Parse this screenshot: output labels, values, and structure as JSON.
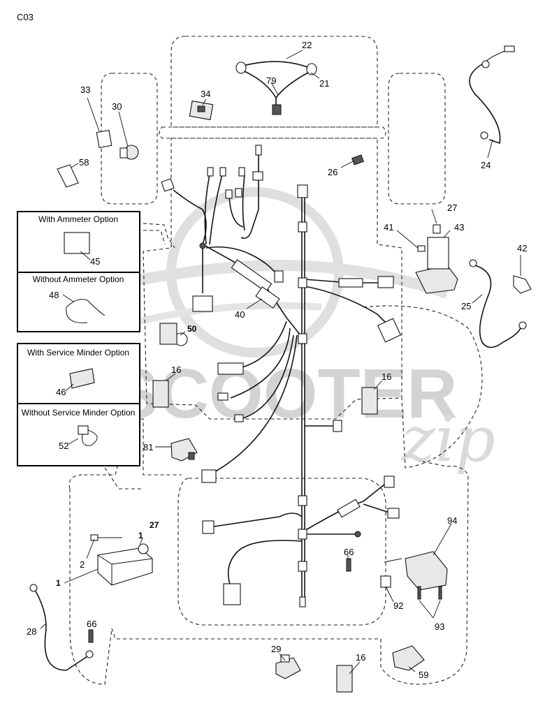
{
  "page_code": "C03",
  "watermark": {
    "brand": "SCOOTER",
    "suffix": "zip"
  },
  "callouts": {
    "p22": "22",
    "p79": "79",
    "p21": "21",
    "p34": "34",
    "p33": "33",
    "p30": "30",
    "p58": "58",
    "p24": "24",
    "p26": "26",
    "p27": "27",
    "p41": "41",
    "p43": "43",
    "p42": "42",
    "p25": "25",
    "p40": "40",
    "p50": "50",
    "p16a": "16",
    "p16b": "16",
    "p16c": "16",
    "p81": "81",
    "p94": "94",
    "p66a": "66",
    "p66b": "66",
    "p92": "92",
    "p93": "93",
    "p2": "2",
    "p1a": "1",
    "p1b": "1",
    "p27b": "27",
    "p28": "28",
    "p29": "29",
    "p59": "59",
    "p45": "45",
    "p48": "48",
    "p46": "46",
    "p52": "52"
  },
  "option_boxes": {
    "ammeter": {
      "with": "With Ammeter Option",
      "without": "Without Ammeter Option"
    },
    "service_minder": {
      "with": "With Service Minder Option",
      "without": "Without Service Minder Option"
    }
  }
}
